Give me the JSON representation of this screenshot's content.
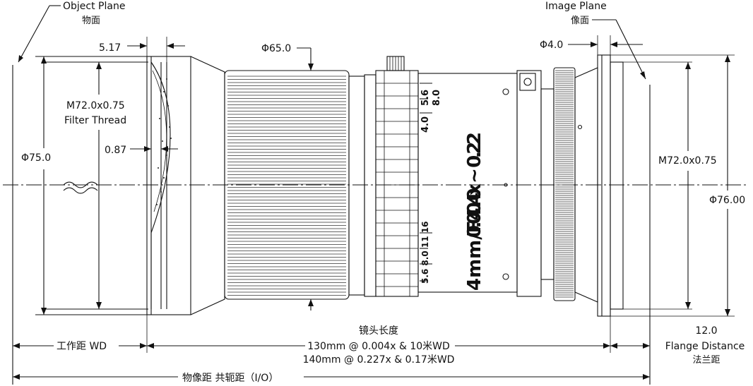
{
  "labels": {
    "object_plane_en": "Object Plane",
    "object_plane_cn": "物面",
    "image_plane_en": "Image Plane",
    "image_plane_cn": "像面",
    "dim_5_17": "5.17",
    "dim_phi65": "Φ65.0",
    "dim_phi4": "Φ4.0",
    "filter_thread_1": "M72.0x0.75",
    "filter_thread_2": "Filter Thread",
    "dim_0_87": "0.87",
    "dim_phi75": "Φ75.0",
    "mount_thread": "M72.0x0.75",
    "dim_phi76": "Φ76.00",
    "lens_length_cn": "镜头长度",
    "lens_len_1": "130mm @ 0.004x & 10米WD",
    "lens_len_2": "140mm @ 0.227x & 0.17米WD",
    "wd_label": "工作距 WD",
    "flange_value": "12.0",
    "flange_en": "Flange Distance",
    "flange_cn": "法兰距",
    "io_label": "物像距 共轭距（I/O）",
    "mag_text": "0.004x ~ 0.22",
    "fnum_text": "4mm/F4.0",
    "scale_a1": "5.6",
    "scale_a2": "8.0",
    "scale_a3": "4.0",
    "scale_b": "5.6 8.0 11 16"
  }
}
